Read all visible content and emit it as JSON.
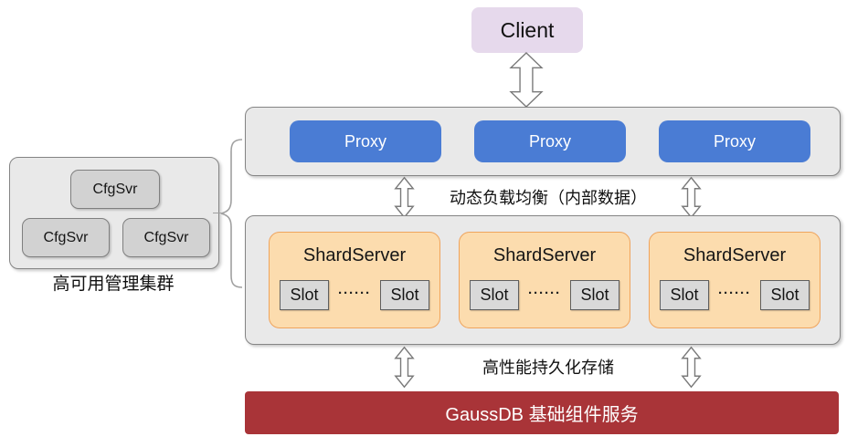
{
  "colors": {
    "client_fill": "#e6d9ec",
    "proxy_blue": "#4a7cd4",
    "container_gray": "#e9e9e9",
    "cfgsvr_gray": "#d2d2d2",
    "slot_gray": "#d9d9d9",
    "shard_fill": "#fcdcae",
    "shard_border": "#efa45d",
    "gaussdb_red": "#a93438"
  },
  "client": {
    "label": "Client"
  },
  "proxy_layer": {
    "nodes": [
      "Proxy",
      "Proxy",
      "Proxy"
    ]
  },
  "labels": {
    "load_balance": "动态负载均衡（内部数据）",
    "storage": "高性能持久化存储"
  },
  "shard_layer": {
    "nodes": [
      {
        "title": "ShardServer",
        "slots": [
          "Slot",
          "Slot"
        ],
        "dots": "······"
      },
      {
        "title": "ShardServer",
        "slots": [
          "Slot",
          "Slot"
        ],
        "dots": "······"
      },
      {
        "title": "ShardServer",
        "slots": [
          "Slot",
          "Slot"
        ],
        "dots": "······"
      }
    ]
  },
  "gaussdb": {
    "label": "GaussDB 基础组件服务"
  },
  "ha_cluster": {
    "nodes": [
      "CfgSvr",
      "CfgSvr",
      "CfgSvr"
    ],
    "caption": "高可用管理集群"
  }
}
